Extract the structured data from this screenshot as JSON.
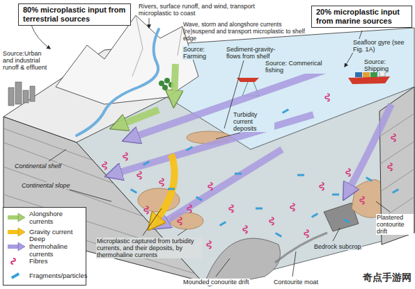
{
  "diagram": {
    "nodes": [
      {
        "text": [
          "80% microplastic input from terrestrial sources"
        ]
      },
      {
        "text": [
          "20% microplastic input from marine sources"
        ]
      }
    ],
    "labels": [
      "Rivers, surface runoff, and wind, transport microplastic to coast",
      "Source:Urban and industrial runoff & effluent",
      "Wave, storm and alongshore currents (re)suspend and transport microplastic to shelf edge",
      "Source: Farming",
      "Sediment-gravity-flows from shelf",
      "Source: Commerical fishing",
      "Seafloor gyre (see Fig. 1A)",
      "Source: Shipping",
      "Continental shelf",
      "Continental slope",
      "Turbidity current deposits",
      "Plastered contourite drift",
      "Bedrock subcrop",
      "Microplastic captured from turbidity currents, and their deposits, by thermohaline currents",
      "Mounded conourite drift",
      "Contourite moat",
      "奇点手游网"
    ],
    "legend": [
      {
        "text": "Alongshore currents"
      },
      {
        "text": "Gravity current"
      },
      {
        "text": "Deep thermohaline currents"
      },
      {
        "text": "Fibres"
      },
      {
        "text": "Fragments/particles"
      }
    ]
  }
}
